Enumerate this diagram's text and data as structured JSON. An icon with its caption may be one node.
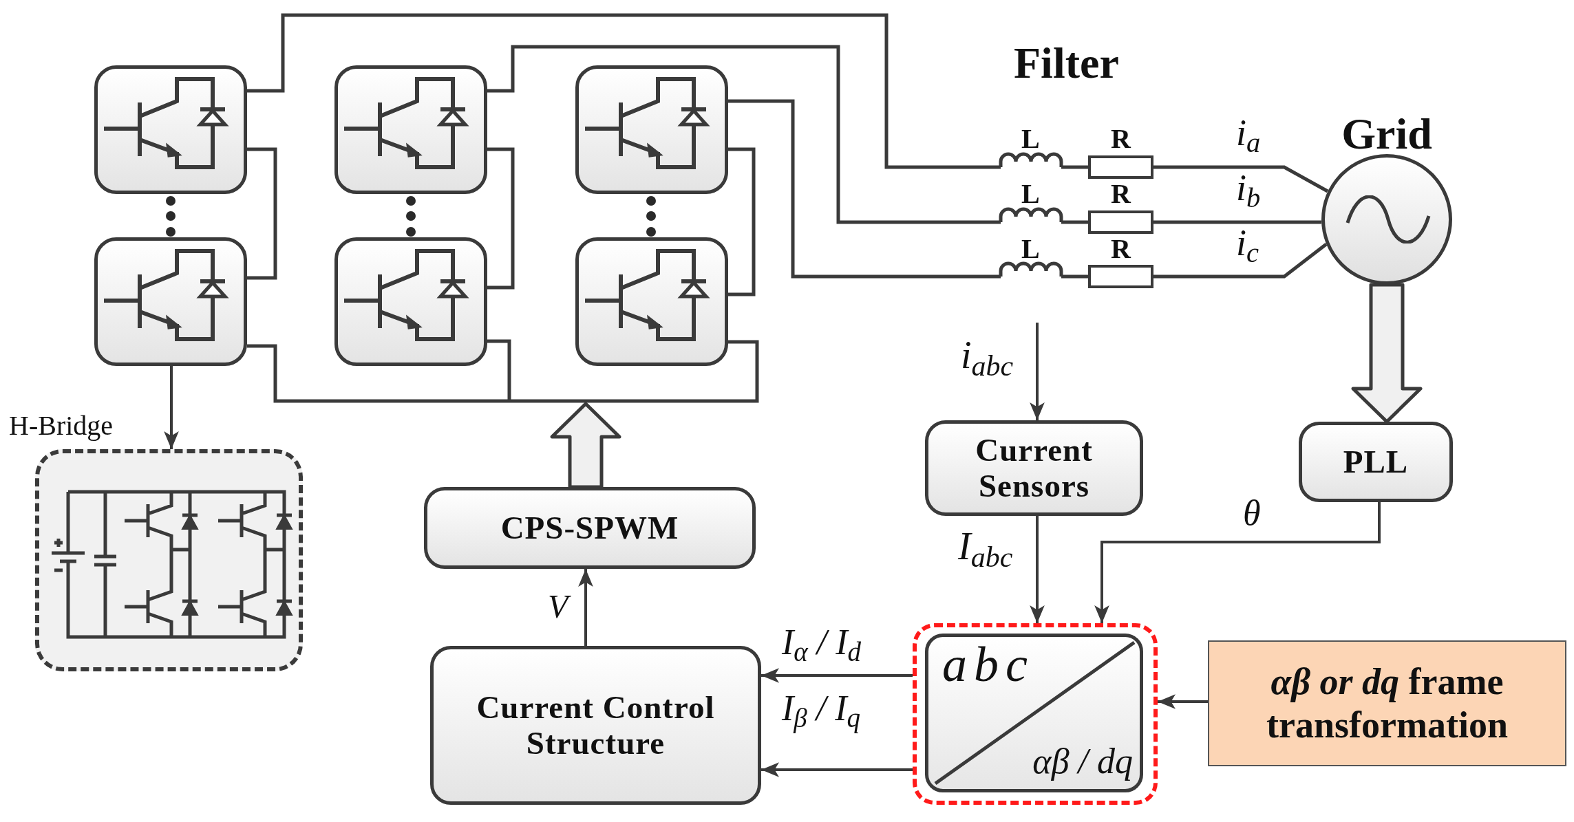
{
  "diagram": {
    "nodes": [
      {
        "text": [],
        "shape": "box"
      },
      {
        "text": [],
        "shape": "box"
      },
      {
        "text": [],
        "shape": "box"
      },
      {
        "text": [],
        "shape": "box"
      },
      {
        "text": [],
        "shape": "box"
      },
      {
        "text": [],
        "shape": "box"
      },
      {
        "text": [
          "Grid"
        ]
      },
      {
        "text": [
          "H-Bridge"
        ]
      },
      {
        "text": [
          "Current Sensors"
        ]
      },
      {
        "text": [
          "PLL"
        ]
      },
      {
        "text": [
          "CPS-SPWM"
        ]
      },
      {
        "text": [],
        "shape": "box"
      },
      {
        "text": [
          "abc",
          "αβ / dq"
        ],
        "in": 11
      },
      {
        "text": [
          "Current Control Structure"
        ]
      },
      {
        "text": [
          "*αβ or dq* frame transformation"
        ]
      }
    ],
    "edges": [
      {
        "from": 3,
        "to": 7,
        "arrow": "to"
      },
      {
        "from": null,
        "to": 8,
        "arrow": "to",
        "label": "i$_{abc}$"
      },
      {
        "from": 6,
        "to": 9,
        "arrow": "to",
        "style": "thick"
      },
      {
        "from": 8,
        "to": 11,
        "arrow": "to",
        "label": "I$_{abc}$"
      },
      {
        "from": 9,
        "to": 11,
        "arrow": "to",
        "label": "θ"
      },
      {
        "from": 14,
        "to": 11,
        "arrow": "to"
      },
      {
        "from": 11,
        "to": 13,
        "arrow": "to",
        "label": "I$_{α}$ / I$_{d}$"
      },
      {
        "from": 11,
        "to": 13,
        "arrow": "to",
        "label": "I$_{β}$ / I$_{q}$"
      },
      {
        "from": 13,
        "to": 10,
        "arrow": "to",
        "label": "V"
      },
      {
        "from": 10,
        "to": null,
        "arrow": "to",
        "style": "thick"
      }
    ],
    "labels": [
      "Filter",
      "L",
      "R",
      "i$_{a}$",
      "L",
      "R",
      "i$_{b}$",
      "L",
      "R",
      "i$_{c}$"
    ]
  }
}
